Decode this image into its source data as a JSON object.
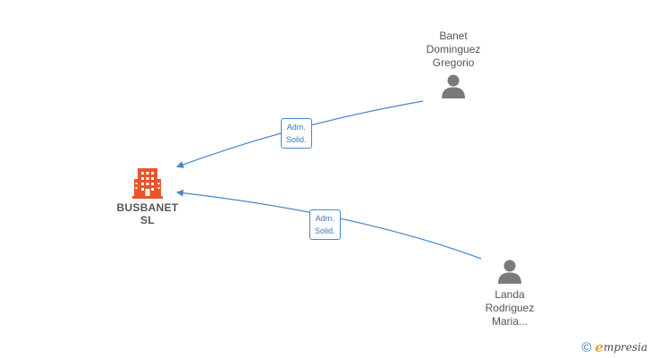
{
  "company": {
    "name_line1": "BUSBANET",
    "name_line2": "SL",
    "icon": "building-icon",
    "color": "#e8552b"
  },
  "persons": [
    {
      "name_lines": [
        "Banet",
        "Dominguez",
        "Gregorio"
      ],
      "icon": "person-icon"
    },
    {
      "name_lines": [
        "Landa",
        "Rodriguez",
        "Maria..."
      ],
      "icon": "person-icon"
    }
  ],
  "relations": [
    {
      "label_line1": "Adm.",
      "label_line2": "Solid."
    },
    {
      "label_line1": "Adm.",
      "label_line2": "Solid."
    }
  ],
  "colors": {
    "edge": "#4a86c8",
    "person_icon": "#7a7a7a",
    "text": "#555555"
  },
  "footer": {
    "copyright_symbol": "©",
    "brand_initial": "e",
    "brand_rest": "mpresia"
  }
}
